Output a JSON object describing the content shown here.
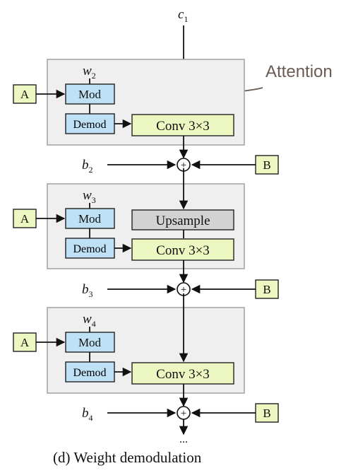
{
  "input_label": "c",
  "input_subscript": "1",
  "annotation": {
    "text": "Attention",
    "color": "#6b5a52"
  },
  "blocks": [
    {
      "w_label": "w",
      "w_sub": "2",
      "a_label": "A",
      "mod_label": "Mod",
      "demod_label": "Demod",
      "conv_label": "Conv 3×3",
      "upsample_label": null,
      "b_label": "b",
      "b_sub": "2",
      "b_box_label": "B"
    },
    {
      "w_label": "w",
      "w_sub": "3",
      "a_label": "A",
      "mod_label": "Mod",
      "demod_label": "Demod",
      "conv_label": "Conv 3×3",
      "upsample_label": "Upsample",
      "b_label": "b",
      "b_sub": "3",
      "b_box_label": "B"
    },
    {
      "w_label": "w",
      "w_sub": "4",
      "a_label": "A",
      "mod_label": "Mod",
      "demod_label": "Demod",
      "conv_label": "Conv 3×3",
      "upsample_label": null,
      "b_label": "b",
      "b_sub": "4",
      "b_box_label": "B"
    }
  ],
  "plus_symbol": "+",
  "continuation": "...",
  "caption": "(d) Weight demodulation",
  "colors": {
    "block_background": "#efefef",
    "mod_box": "#bfe1f5",
    "conv_box": "#ecf7c1",
    "upsample_box": "#d2d2d2"
  }
}
